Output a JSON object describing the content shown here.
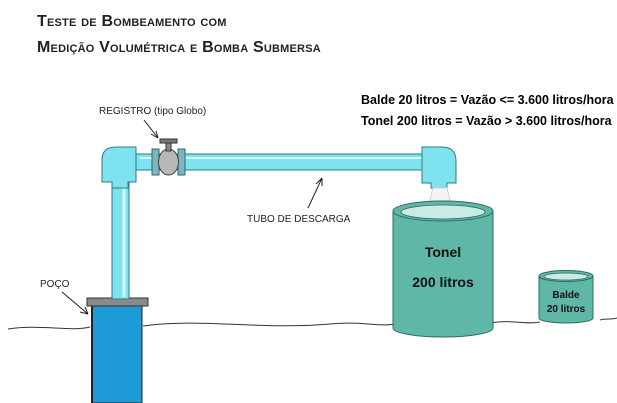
{
  "title": {
    "line1": "Teste de Bombeamento com",
    "line2": "Medição Volumétrica e Bomba Submersa"
  },
  "rules": {
    "bucket": "Balde 20 litros = Vazão <= 3.600 litros/hora",
    "drum": "Tonel 200 litros = Vazão > 3.600 litros/hora"
  },
  "labels": {
    "valve": "REGISTRO (tipo Globo)",
    "pipe": "TUBO DE DESCARGA",
    "well": "POÇO"
  },
  "drum": {
    "line1": "Tonel",
    "line2": "200 litros"
  },
  "bucket": {
    "line1": "Balde",
    "line2": "20 litros"
  },
  "colors": {
    "pipe": "#7fe3ef",
    "pipe_outline": "#2a7d8a",
    "container": "#5fb7a8",
    "container_top": "#c9ebe4",
    "well": "#1e9bd7"
  }
}
